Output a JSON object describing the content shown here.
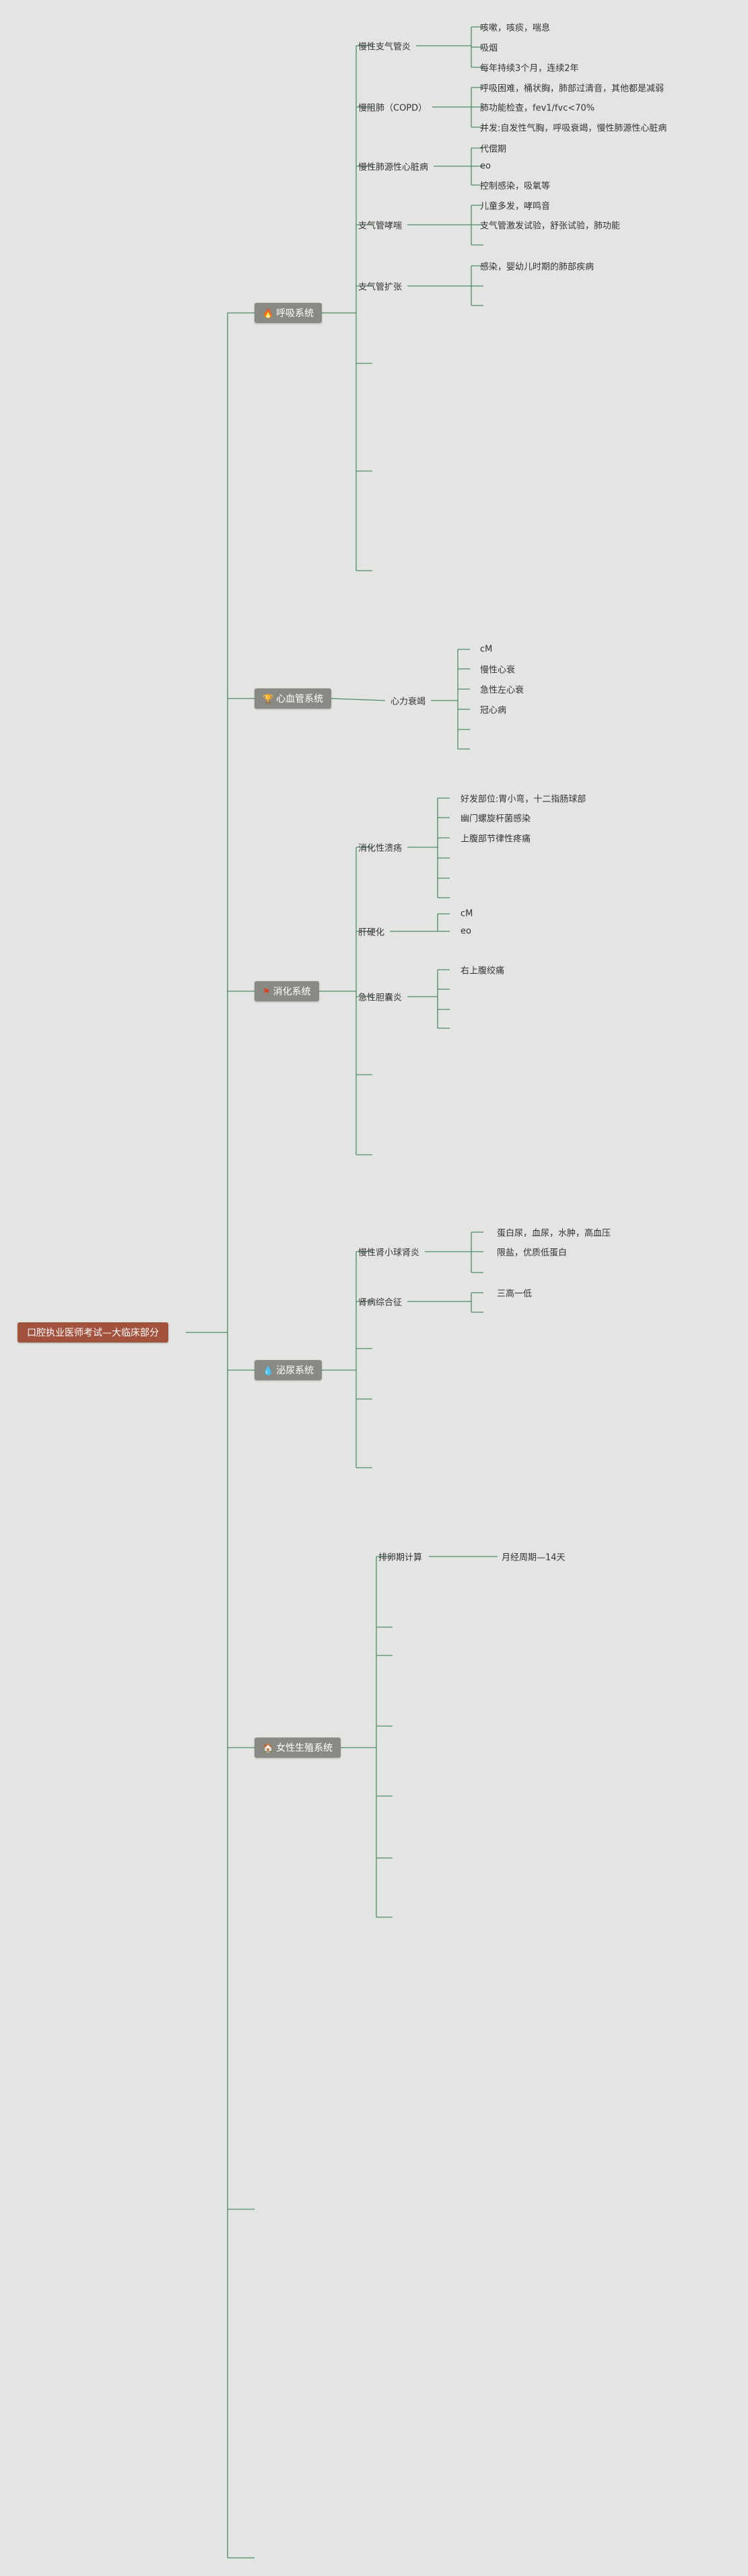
{
  "root": {
    "label": "口腔执业医师考试—大临床部分"
  },
  "systems": [
    {
      "label": "呼吸系统",
      "icon_name": "fire-icon",
      "icon": "🔥",
      "icon_color": "#d9432b",
      "children": [
        {
          "label": "慢性支气管炎",
          "children": [
            "咳嗽，咳痰，喘息",
            "吸烟",
            "每年持续3个月，连续2年"
          ]
        },
        {
          "label": "慢阻肺（COPD）",
          "children": [
            "呼吸困难，桶状胸，肺部过清音，其他都是减弱",
            "肺功能检查，fev1/fvc<70%",
            "并发:自发性气胸，呼吸衰竭，慢性肺源性心脏病"
          ]
        },
        {
          "label": "慢性肺源性心脏病",
          "children": [
            "代偿期",
            "eo",
            "控制感染，吸氧等"
          ]
        },
        {
          "label": "支气管哮喘",
          "children": [
            "儿童多发，哮鸣音",
            "支气管激发试验，舒张试验，肺功能",
            ""
          ]
        },
        {
          "label": "支气管扩张",
          "children": [
            "感染，婴幼儿时期的肺部疾病",
            "",
            ""
          ]
        },
        {
          "label": "",
          "children": []
        },
        {
          "label": "",
          "children": []
        },
        {
          "label": "",
          "children": []
        }
      ]
    },
    {
      "label": "心血管系统",
      "icon_name": "trophy-icon",
      "icon": "🏆",
      "icon_color": "#e8c93a",
      "children": [
        {
          "label": "心力衰竭",
          "children": [
            "cM",
            "慢性心衰",
            "急性左心衰",
            "冠心病",
            "",
            ""
          ]
        }
      ]
    },
    {
      "label": "消化系统",
      "icon_name": "flag-icon",
      "icon": "⚑",
      "icon_color": "#d9432b",
      "children": [
        {
          "label": "消化性溃疡",
          "children": [
            "好发部位:胃小弯，十二指肠球部",
            "幽门螺旋杆菌感染",
            "上腹部节律性疼痛",
            "",
            "",
            ""
          ]
        },
        {
          "label": "肝硬化",
          "children": [
            "cM",
            "eo"
          ]
        },
        {
          "label": "急性胆囊炎",
          "children": [
            "右上腹绞痛",
            "",
            "",
            ""
          ]
        },
        {
          "label": "",
          "children": []
        },
        {
          "label": "",
          "children": []
        }
      ]
    },
    {
      "label": "泌尿系统",
      "icon_name": "drop-icon",
      "icon": "💧",
      "icon_color": "#3a8fd9",
      "children": [
        {
          "label": "慢性肾小球肾炎",
          "children": [
            "蛋白尿，血尿，水肿，高血压",
            "限盐，优质低蛋白",
            ""
          ]
        },
        {
          "label": "肾病综合征",
          "children": [
            "三高一低",
            ""
          ]
        },
        {
          "label": "",
          "children": []
        },
        {
          "label": "",
          "children": []
        },
        {
          "label": "",
          "children": []
        }
      ]
    },
    {
      "label": "女性生殖系统",
      "icon_name": "house-icon",
      "icon": "🏠",
      "icon_color": "#d9432b",
      "children": [
        {
          "label": "排卵期计算",
          "children": [
            "月经周期—14天"
          ]
        },
        {
          "label": "",
          "children": []
        },
        {
          "label": "",
          "children": []
        },
        {
          "label": "",
          "children": []
        },
        {
          "label": "",
          "children": []
        },
        {
          "label": "",
          "children": []
        },
        {
          "label": "",
          "children": []
        }
      ]
    },
    {
      "label": "",
      "children": []
    },
    {
      "label": "",
      "children": []
    }
  ]
}
